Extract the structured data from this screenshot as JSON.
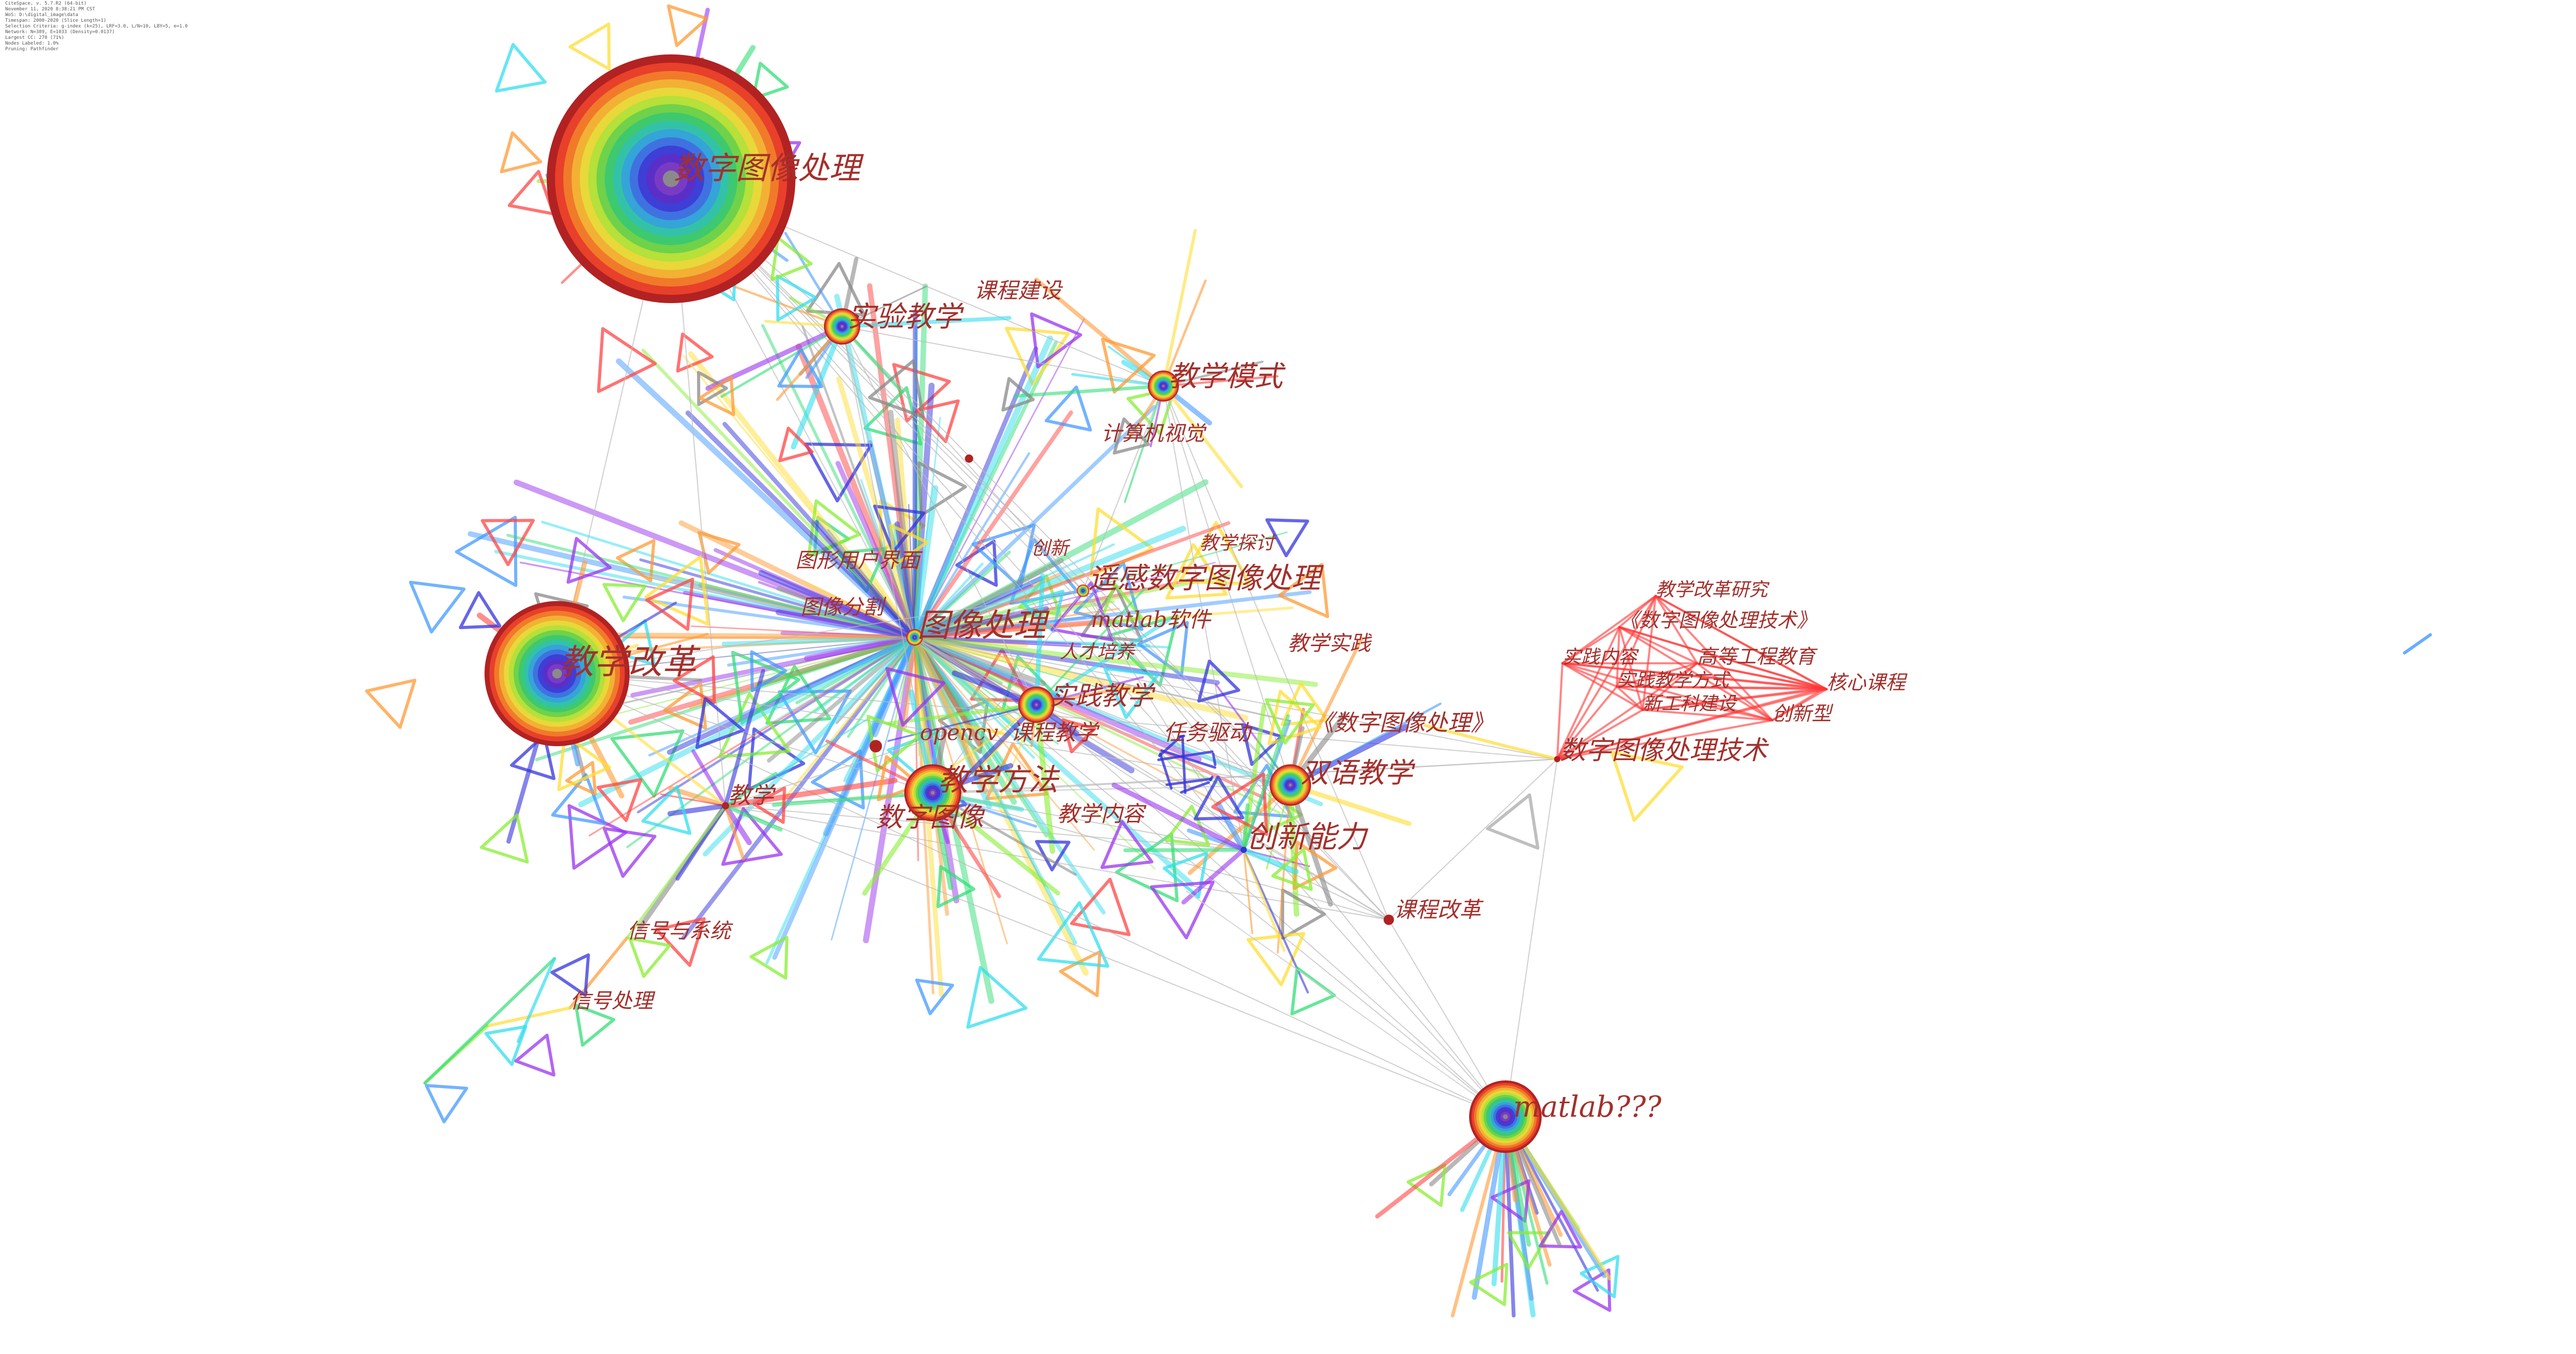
{
  "info_lines": [
    "CiteSpace, v. 5.7.R2 (64-bit)",
    "November 11, 2020 8:38:21 PM CST",
    "WoS: D:\\digital_image\\data",
    "Timespan: 2000-2020 (Slice Length=1)",
    "Selection Criteria: g-index (k=25), LRF=3.0, L/N=10, LBY=5, e=1.0",
    "Network: N=389, E=1033 (Density=0.0137)",
    "Largest CC: 278 (71%)",
    "Nodes Labeled: 1.0%",
    "Pruning: Pathfinder"
  ],
  "keywords": {
    "k01": "数字图像处理",
    "k02": "实验教学",
    "k03": "课程建设",
    "k04": "教学模式",
    "k05": "计算机视觉",
    "k06": "教学探讨",
    "k07": "创新",
    "k08": "图形用户界面",
    "k09": "遥感数字图像处理",
    "k10": "图像分割",
    "k11": "图像处理",
    "k12": "matlab软件",
    "k13": "人才培养",
    "k14": "教学实践",
    "k15": "教学改革",
    "k16": "实践教学",
    "k17": "opencv",
    "k18": "课程教学",
    "k19": "任务驱动",
    "k20": "《数字图像处理》",
    "k21": "双语教学",
    "k22": "教学方法",
    "k23": "数字图像",
    "k24": "教学内容",
    "k25": "创新能力",
    "k26": "教学",
    "k27": "信号与系统",
    "k28": "信号处理",
    "k29": "课程改革",
    "k30": "matlab???",
    "k31": "教学改革研究",
    "k32": "《数字图像处理技术》",
    "k33": "实践内容",
    "k34": "高等工程教育",
    "k35": "实践教学方式",
    "k36": "核心课程",
    "k37": "新工科建设",
    "k38": "创新型",
    "k39": "数字图像处理技术"
  },
  "ring_colors": [
    "#b22222",
    "#e8402a",
    "#f07a2a",
    "#f2b134",
    "#e8d83a",
    "#b6e03a",
    "#6fd24a",
    "#3ec96e",
    "#33c2a8",
    "#35a4d8",
    "#3f72e0",
    "#3d3fd6",
    "#5a2fc8",
    "#7a3bc4",
    "#8a8a8a"
  ],
  "cluster_palette": [
    "#ff4444",
    "#ff9933",
    "#ffdd33",
    "#88ee33",
    "#33dd77",
    "#33ddee",
    "#4499ff",
    "#3333dd",
    "#9933ee",
    "#888888"
  ]
}
